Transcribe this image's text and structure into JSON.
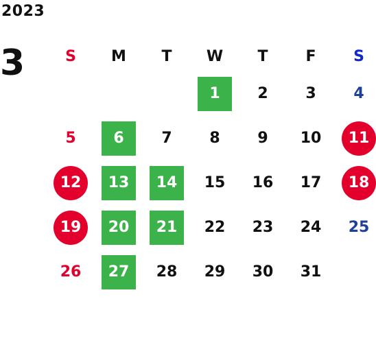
{
  "year": "2023",
  "month": "3",
  "weekdays": [
    "S",
    "M",
    "T",
    "W",
    "T",
    "F",
    "S"
  ],
  "colors": {
    "sunday": "#e3002d",
    "saturday": "#1e3f9a",
    "holiday_circle": "#e3002d",
    "green_square": "#3cb34a"
  },
  "weeks": [
    [
      {
        "day": "",
        "mark": "none"
      },
      {
        "day": "",
        "mark": "none"
      },
      {
        "day": "",
        "mark": "none"
      },
      {
        "day": "1",
        "mark": "green"
      },
      {
        "day": "2",
        "mark": "none"
      },
      {
        "day": "3",
        "mark": "none"
      },
      {
        "day": "4",
        "mark": "none"
      }
    ],
    [
      {
        "day": "5",
        "mark": "none"
      },
      {
        "day": "6",
        "mark": "green"
      },
      {
        "day": "7",
        "mark": "none"
      },
      {
        "day": "8",
        "mark": "none"
      },
      {
        "day": "9",
        "mark": "none"
      },
      {
        "day": "10",
        "mark": "none"
      },
      {
        "day": "11",
        "mark": "red"
      }
    ],
    [
      {
        "day": "12",
        "mark": "red"
      },
      {
        "day": "13",
        "mark": "green"
      },
      {
        "day": "14",
        "mark": "green"
      },
      {
        "day": "15",
        "mark": "none"
      },
      {
        "day": "16",
        "mark": "none"
      },
      {
        "day": "17",
        "mark": "none"
      },
      {
        "day": "18",
        "mark": "red"
      }
    ],
    [
      {
        "day": "19",
        "mark": "red"
      },
      {
        "day": "20",
        "mark": "green"
      },
      {
        "day": "21",
        "mark": "green"
      },
      {
        "day": "22",
        "mark": "none"
      },
      {
        "day": "23",
        "mark": "none"
      },
      {
        "day": "24",
        "mark": "none"
      },
      {
        "day": "25",
        "mark": "none"
      }
    ],
    [
      {
        "day": "26",
        "mark": "none"
      },
      {
        "day": "27",
        "mark": "green"
      },
      {
        "day": "28",
        "mark": "none"
      },
      {
        "day": "29",
        "mark": "none"
      },
      {
        "day": "30",
        "mark": "none"
      },
      {
        "day": "31",
        "mark": "none"
      },
      {
        "day": "",
        "mark": "none"
      }
    ]
  ]
}
